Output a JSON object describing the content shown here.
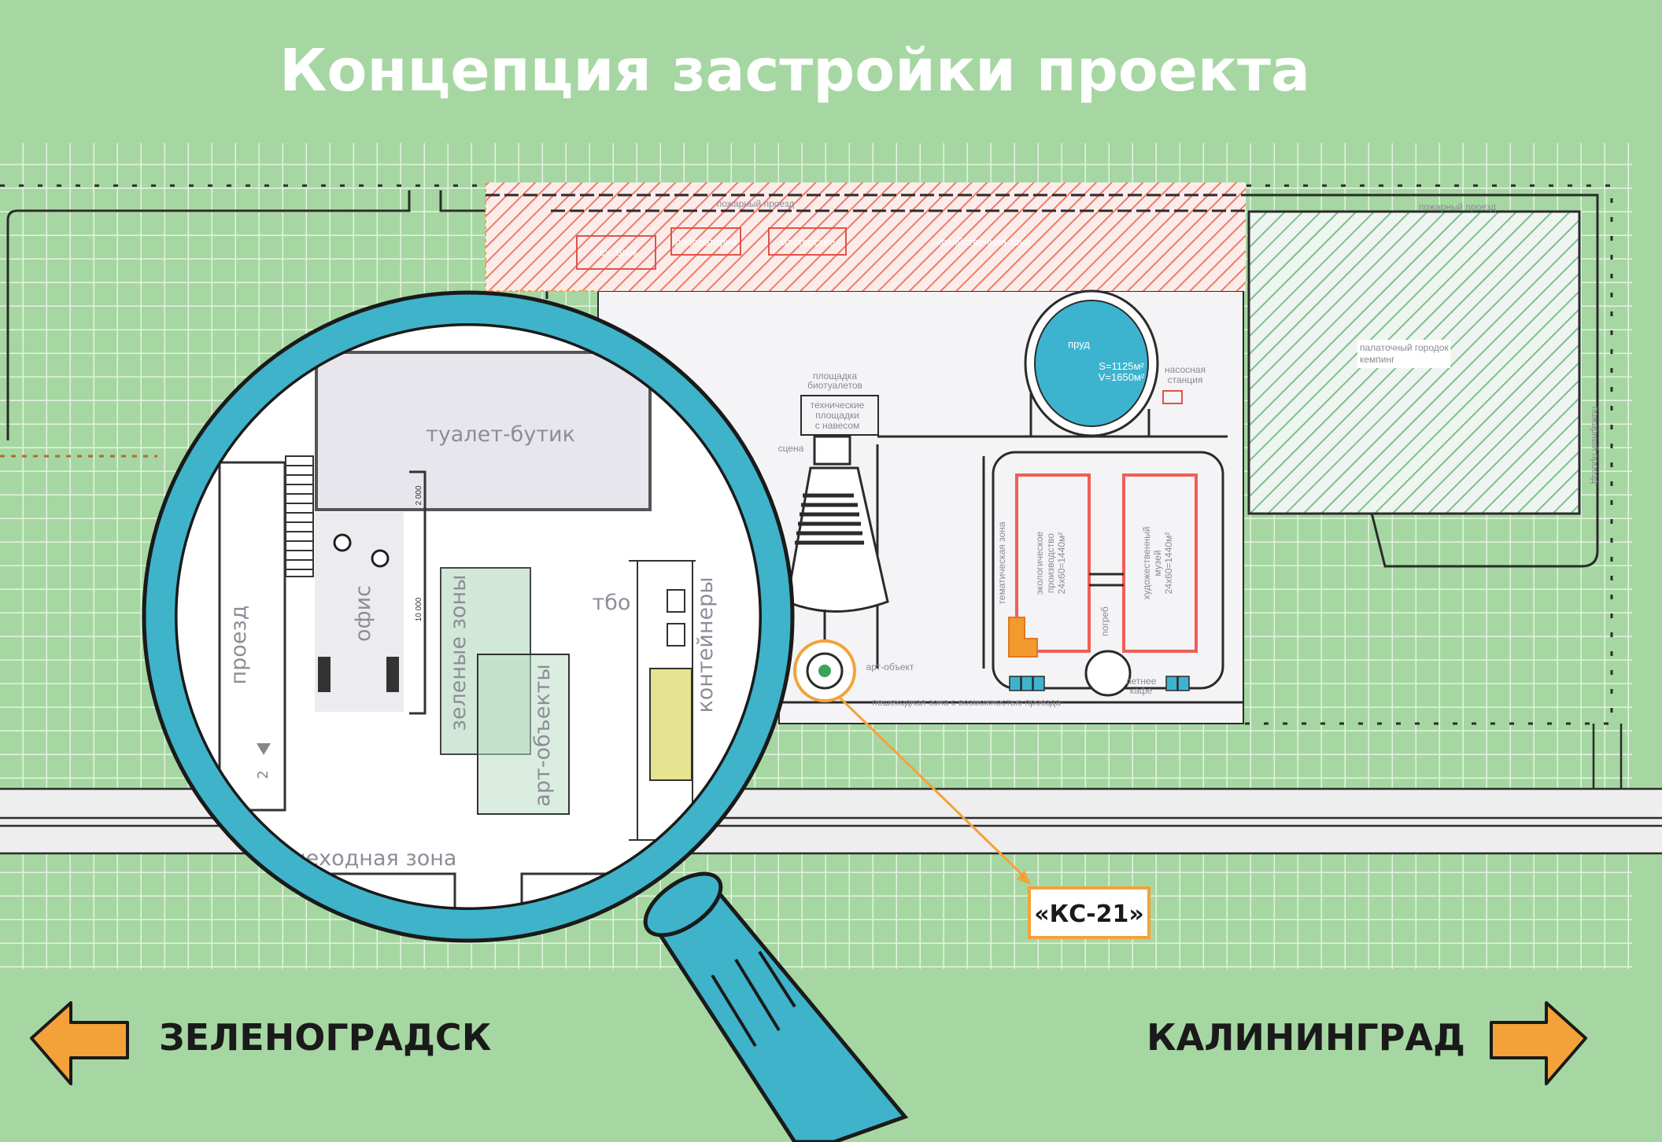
{
  "title": "Концепция застройки проекта",
  "plan": {
    "fire_road_top": "пожарный проезд",
    "fire_road_right_top": "пожарный проезд",
    "fire_road_right_side": "пожарный проезд",
    "tech_block": "тех. блок",
    "laboratories": "лаборатории",
    "workshops": "мастерские",
    "utility_zone": "хозяйственная зона",
    "camping_line1": "палаточный городок",
    "camping_line2": "кемпинг",
    "pond": "пруд",
    "pond_area": "S=1125м²",
    "pond_volume": "V=1650м²",
    "pump_line1": "насосная",
    "pump_line2": "станция",
    "biotoilets_line1": "площадка",
    "biotoilets_line2": "биотуалетов",
    "tech_sites_line1": "технические",
    "tech_sites_line2": "площадки",
    "tech_sites_line3": "с навесом",
    "stage": "сцена",
    "art_object": "арт-объект",
    "pedestrian_zone": "пешеходная зона с возможностью проезда",
    "thematic_zone": "тематическая зона",
    "eco_line1": "экологическое",
    "eco_line2": "производство",
    "eco_line3": "24х60=1440м²",
    "museum_line1": "художественный",
    "museum_line2": "музей",
    "museum_line3": "24х60=1440м²",
    "cellar": "погреб",
    "cafe_line1": "летнее",
    "cafe_line2": "кафе"
  },
  "magnifier": {
    "toilet_boutique": "туалет-бутик",
    "office": "офис",
    "driveway": "проезд",
    "green_zones": "зеленые зоны",
    "art_objects": "арт-объекты",
    "solid_waste": "тбо",
    "containers": "контейнеры",
    "pedestrian_zone": "пешеходная зона",
    "dim_2000": "2 000",
    "dim_10000": "10 000",
    "marker_number": "2"
  },
  "callout": "«КС-21»",
  "directions": {
    "left": "ЗЕЛЕНОГРАДСК",
    "right": "КАЛИНИНГРАД"
  },
  "colors": {
    "background": "#a6d7a2",
    "magnifier": "#3fb3c9",
    "hatch_red": "#f07a6a",
    "hatch_green": "#7cc08a",
    "arrow": "#f3a23a"
  }
}
